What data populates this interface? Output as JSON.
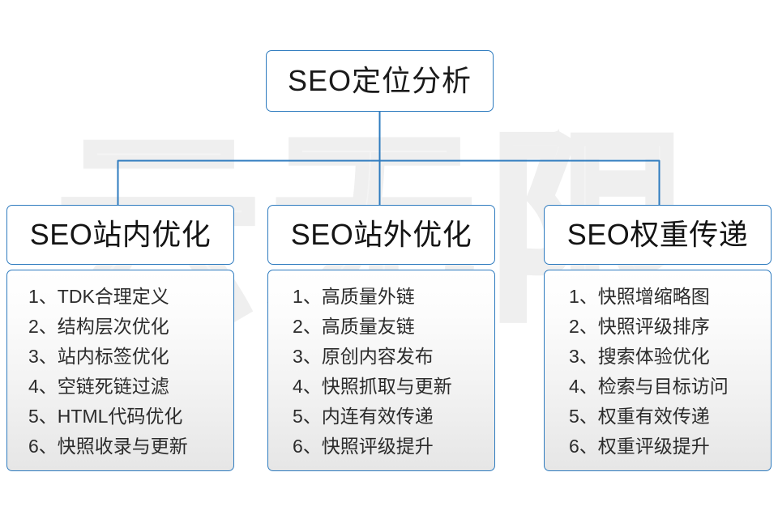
{
  "diagram": {
    "watermark_text": "云无限",
    "accent_color": "#2e7bbf",
    "text_color": "#1a1a1a",
    "root": {
      "label": "SEO定位分析"
    },
    "branches": [
      {
        "title": "SEO站内优化",
        "items": [
          "1、TDK合理定义",
          "2、结构层次优化",
          "3、站内标签优化",
          "4、空链死链过滤",
          "5、HTML代码优化",
          "6、快照收录与更新"
        ]
      },
      {
        "title": "SEO站外优化",
        "items": [
          "1、高质量外链",
          "2、高质量友链",
          "3、原创内容发布",
          "4、快照抓取与更新",
          "5、内连有效传递",
          "6、快照评级提升"
        ]
      },
      {
        "title": "SEO权重传递",
        "items": [
          "1、快照增缩略图",
          "2、快照评级排序",
          "3、搜索体验优化",
          "4、检索与目标访问",
          "5、权重有效传递",
          "6、权重评级提升"
        ]
      }
    ]
  }
}
